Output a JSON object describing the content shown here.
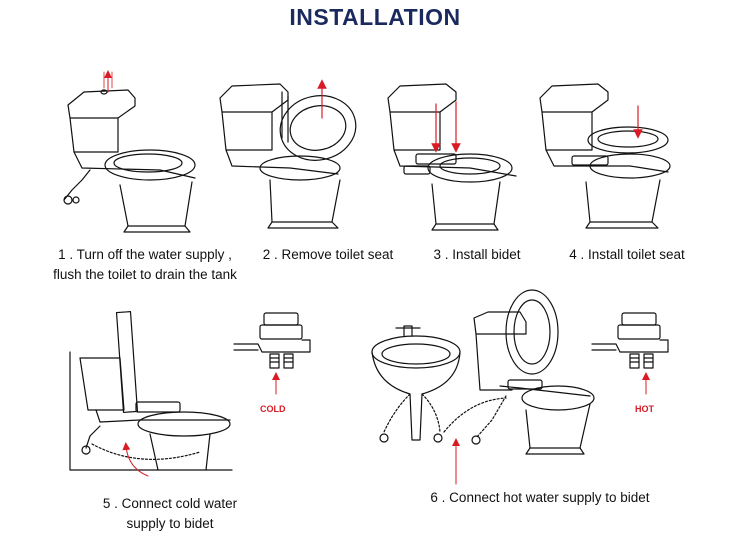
{
  "title": "INSTALLATION",
  "colors": {
    "title": "#1b2a5e",
    "arrow": "#d81b24",
    "line": "#111111"
  },
  "steps": [
    {
      "number": 1,
      "line1": "1 . Turn off the water supply ,",
      "line2": "flush the toilet to drain the tank"
    },
    {
      "number": 2,
      "line1": "2 . Remove toilet seat"
    },
    {
      "number": 3,
      "line1": "3 . Install bidet"
    },
    {
      "number": 4,
      "line1": "4 . Install toilet seat"
    },
    {
      "number": 5,
      "line1": "5 . Connect cold water",
      "line2": "supply to bidet"
    },
    {
      "number": 6,
      "line1": "6 . Connect hot water supply to bidet"
    }
  ],
  "labels": {
    "cold": "COLD",
    "hot": "HOT"
  }
}
